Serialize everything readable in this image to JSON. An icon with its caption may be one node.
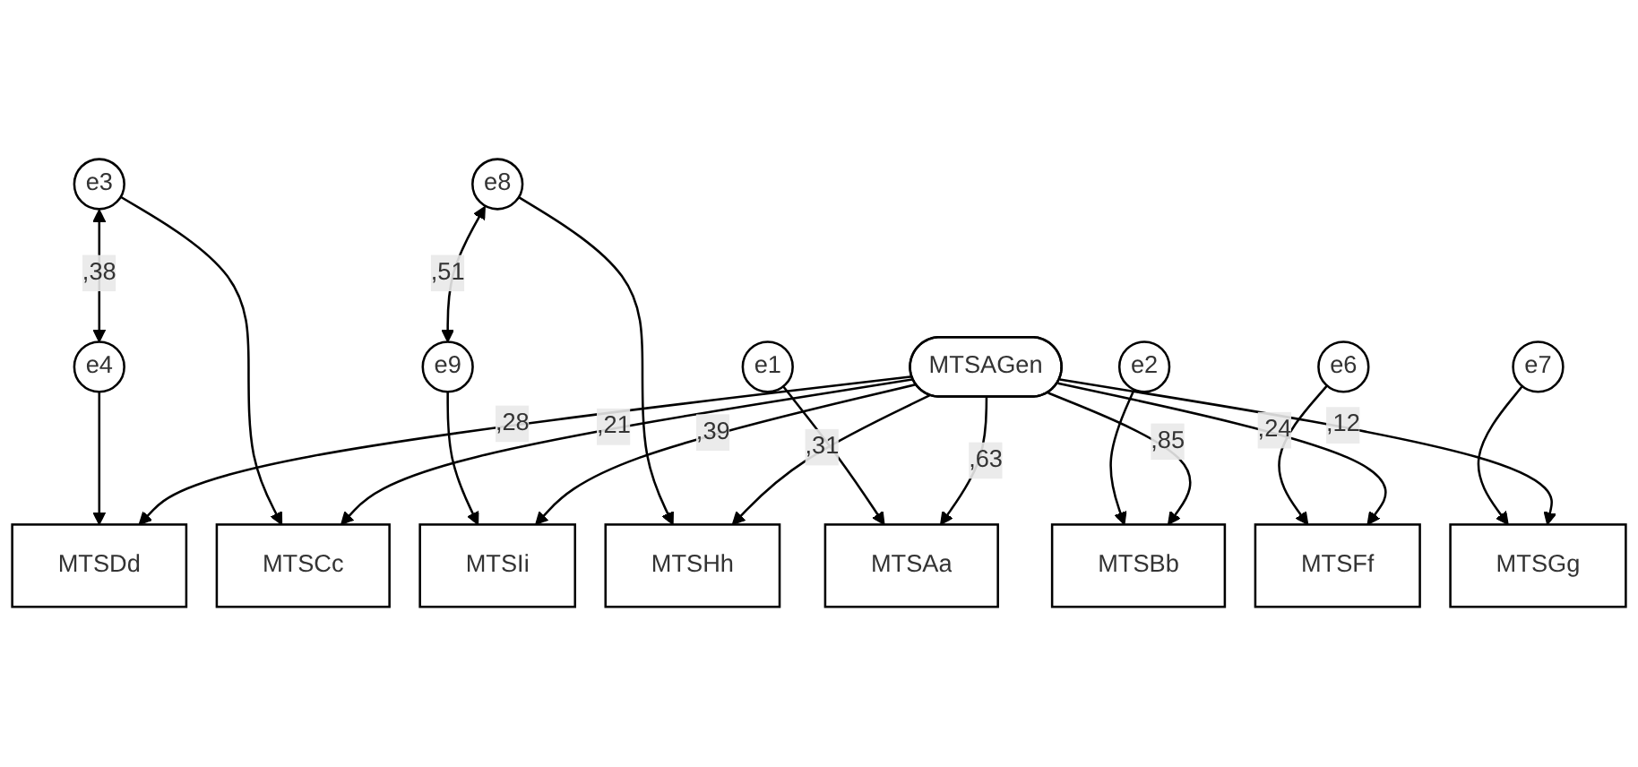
{
  "diagram": {
    "nodes": [
      {
        "text": [
          "e1"
        ]
      },
      {
        "text": [
          "e2"
        ]
      },
      {
        "text": [
          "e3"
        ]
      },
      {
        "text": [
          "e4"
        ]
      },
      {
        "text": [
          "e6"
        ]
      },
      {
        "text": [
          "e7"
        ]
      },
      {
        "text": [
          "e8"
        ]
      },
      {
        "text": [
          "e9"
        ]
      },
      {
        "text": [
          "MTSAa"
        ]
      },
      {
        "text": [
          "MTSBb"
        ]
      },
      {
        "text": [
          "MTSCc"
        ]
      },
      {
        "text": [
          "MTSDd"
        ]
      },
      {
        "text": [
          "MTSFf"
        ]
      },
      {
        "text": [
          "MTSGg"
        ]
      },
      {
        "text": [
          "MTSHh"
        ]
      },
      {
        "text": [
          "MTSIi"
        ]
      },
      {
        "text": [
          "MTSAGen"
        ]
      }
    ],
    "edges": [
      {
        "from": 2,
        "to": 3,
        "arrow": "both",
        "label": ",38"
      },
      {
        "from": 6,
        "to": 7,
        "arrow": "both",
        "label": ",51"
      },
      {
        "from": 0,
        "to": 8,
        "arrow": "to"
      },
      {
        "from": 1,
        "to": 9,
        "arrow": "to"
      },
      {
        "from": 2,
        "to": 10,
        "arrow": "to"
      },
      {
        "from": 3,
        "to": 11,
        "arrow": "to"
      },
      {
        "from": 4,
        "to": 12,
        "arrow": "to"
      },
      {
        "from": 5,
        "to": 13,
        "arrow": "to"
      },
      {
        "from": 6,
        "to": 14,
        "arrow": "to"
      },
      {
        "from": 7,
        "to": 15,
        "arrow": "to"
      },
      {
        "from": 16,
        "to": 8,
        "arrow": "to",
        "label": ",63"
      },
      {
        "from": 16,
        "to": 9,
        "arrow": "to",
        "label": ",85"
      },
      {
        "from": 16,
        "to": 10,
        "arrow": "to",
        "label": ",21"
      },
      {
        "from": 16,
        "to": 11,
        "arrow": "to",
        "label": ",28"
      },
      {
        "from": 16,
        "to": 12,
        "arrow": "to",
        "label": ",24"
      },
      {
        "from": 16,
        "to": 13,
        "arrow": "to",
        "label": ",12"
      },
      {
        "from": 16,
        "to": 14,
        "arrow": "to",
        "label": ",31"
      },
      {
        "from": 16,
        "to": 15,
        "arrow": "to",
        "label": ",39"
      }
    ]
  }
}
